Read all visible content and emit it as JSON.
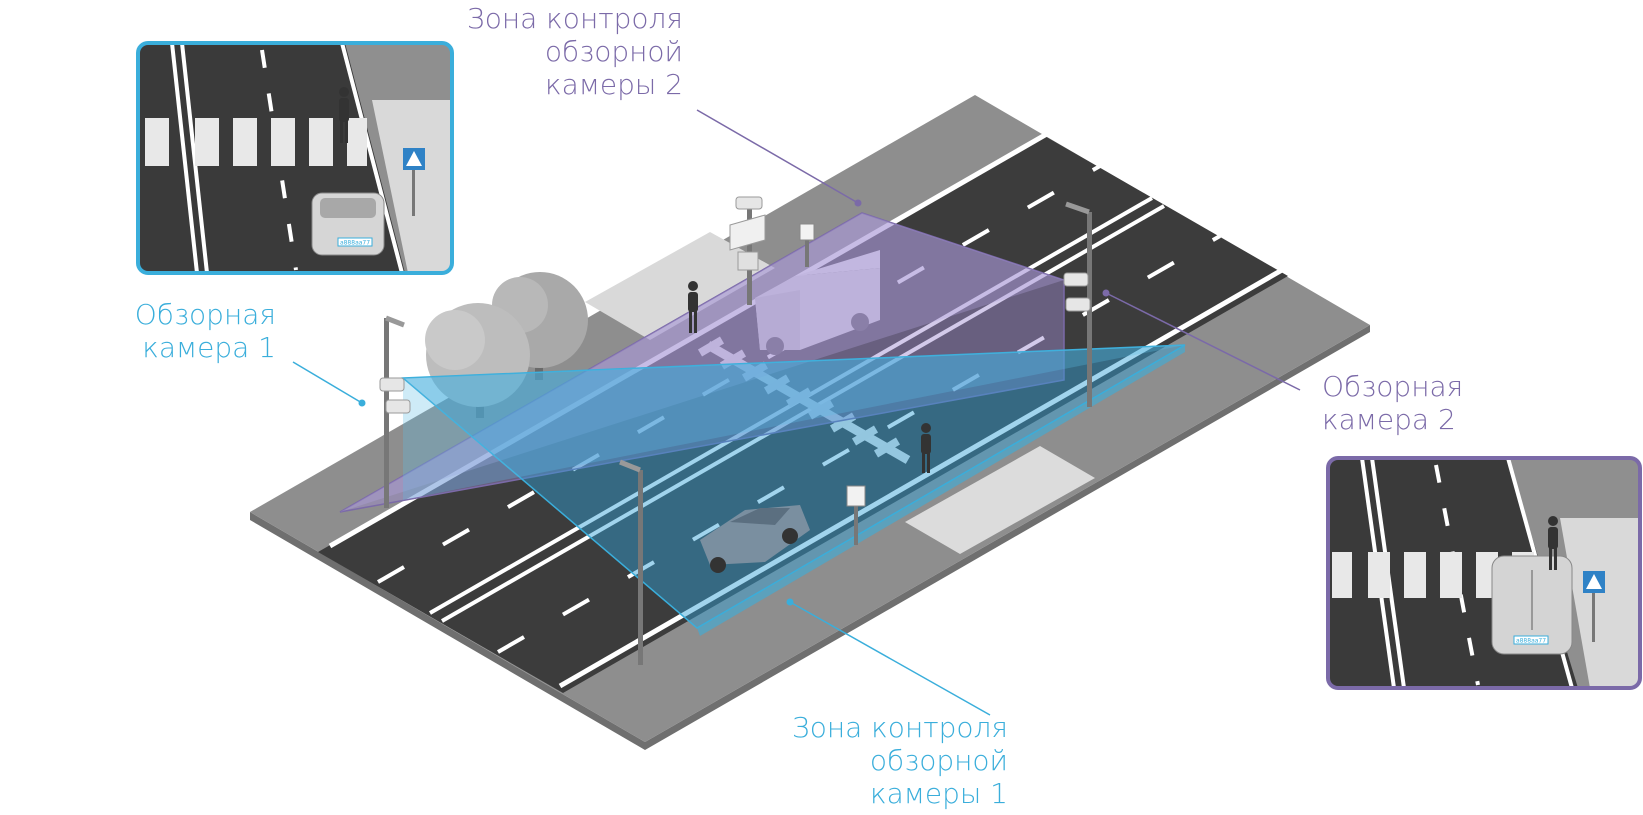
{
  "labels": {
    "zone2": [
      "Зона контроля",
      "обзорной",
      "камеры 2"
    ],
    "camera1": [
      "Обзорная",
      "камера 1"
    ],
    "camera2": [
      "Обзорная",
      "камера 2"
    ],
    "zone1": [
      "Зона контроля",
      "обзорной",
      "камеры 1"
    ]
  },
  "plates": {
    "inset1": "a888aa77",
    "inset2": "a888aa77"
  },
  "colors": {
    "camera1_accent": "#3aaedb",
    "camera2_accent": "#7b6aa8",
    "road": "#3d3d3d",
    "sidewalk": "#8e8e8e",
    "sidewalk_light": "#d8d8d8",
    "zone1_fill": "#2f9fd8",
    "zone2_fill": "#9d8ad0"
  },
  "icons": [
    "pedestrian-crossing-sign-icon",
    "traffic-camera-icon",
    "solar-panel-icon",
    "street-lamp-icon",
    "tree-icon",
    "car-icon",
    "van-icon",
    "pedestrian-icon"
  ]
}
